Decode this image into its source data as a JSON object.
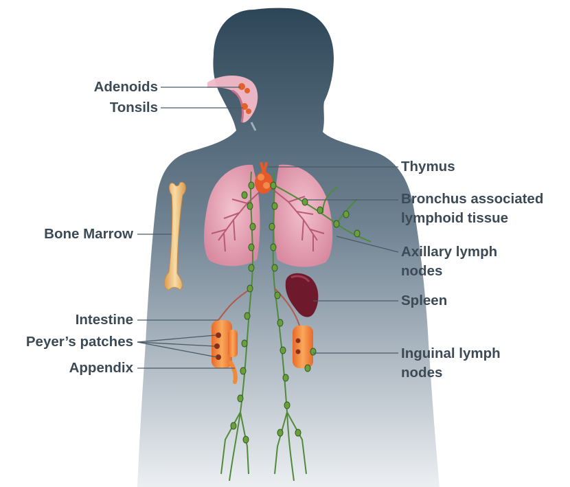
{
  "labels": {
    "adenoids": "Adenoids",
    "tonsils": "Tonsils",
    "bone_marrow": "Bone Marrow",
    "intestine": "Intestine",
    "peyers_patches": "Peyer’s patches",
    "appendix": "Appendix",
    "thymus": "Thymus",
    "balt_line1": "Bronchus associated",
    "balt_line2": "lymphoid tissue",
    "axillary_line1": "Axillary lymph",
    "axillary_line2": "nodes",
    "spleen": "Spleen",
    "inguinal_line1": "Inguinal lymph",
    "inguinal_line2": "nodes"
  },
  "colors": {
    "body_top": "#2d4657",
    "body_bottom": "#e9ecef",
    "label_text": "#3c4a56",
    "leader_line": "#4a5a66",
    "lung": "#e7a3b5",
    "bone": "#f0c88a",
    "spleen": "#6e1a2c",
    "lymph_vessel": "#4f8a3a",
    "intestine": "#ef8a3a"
  }
}
